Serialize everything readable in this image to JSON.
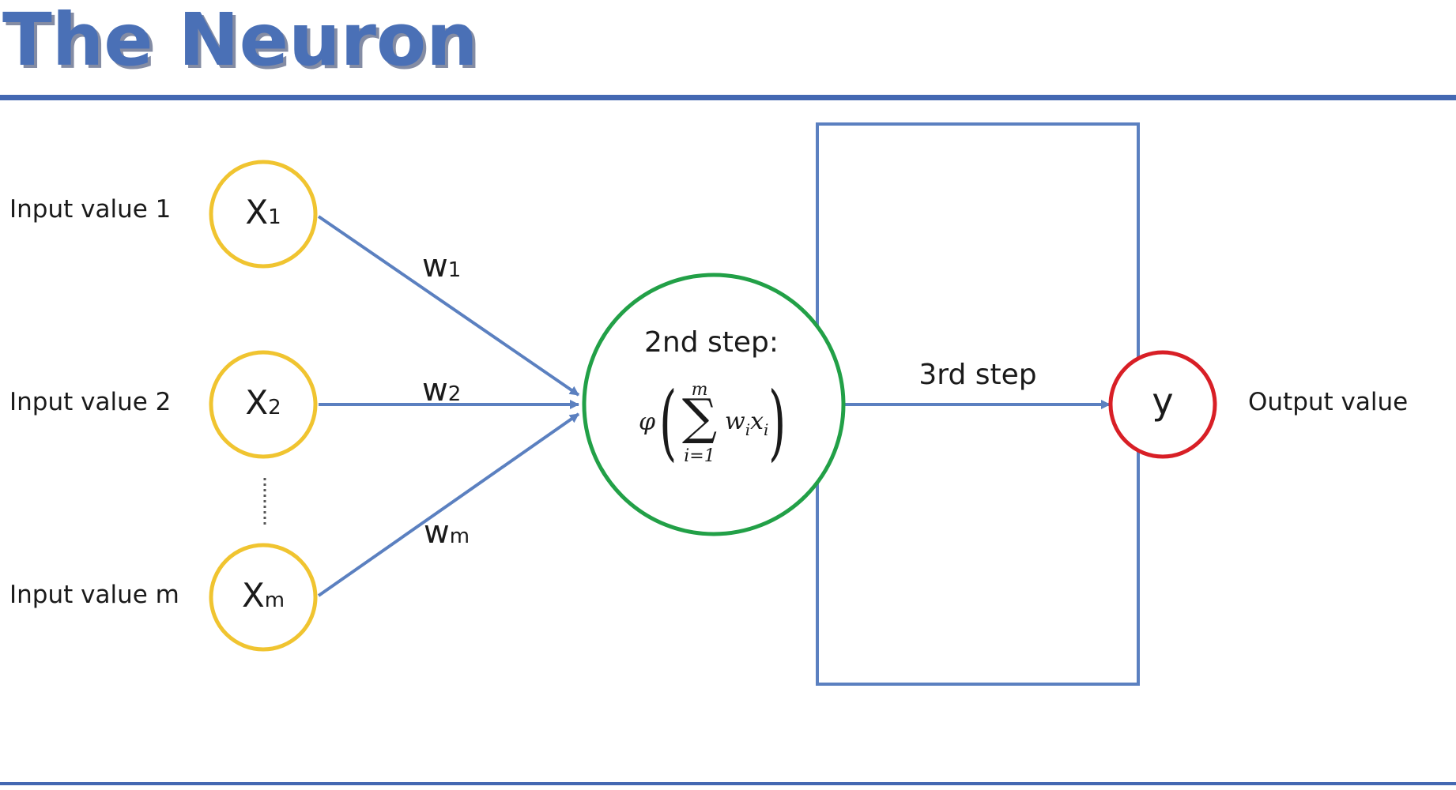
{
  "title": "The Neuron",
  "colors": {
    "title": "#4a70b6",
    "title_shadow": "#20305a",
    "rule": "#4468b2",
    "arrow": "#5b80c0",
    "input_node": "#f0c430",
    "sum_node": "#22a047",
    "output_node": "#d81f26",
    "box": "#5b80c0",
    "ellipsis": "#555555"
  },
  "inputs": [
    {
      "label": "Input value 1",
      "var": "X",
      "sub": "1",
      "weight_base": "w",
      "weight_sub": "1"
    },
    {
      "label": "Input value 2",
      "var": "X",
      "sub": "2",
      "weight_base": "w",
      "weight_sub": "2"
    },
    {
      "label": "Input value m",
      "var": "X",
      "sub": "m",
      "weight_base": "w",
      "weight_sub": "m"
    }
  ],
  "neuron": {
    "step_label": "2nd step:",
    "phi": "φ",
    "sigma": "∑",
    "upper_limit": "m",
    "lower_limit": "i=1",
    "term_w": "w",
    "term_i1": "i",
    "term_x": "x",
    "term_i2": "i",
    "paren_left": "(",
    "paren_right": ")"
  },
  "third_step": {
    "label": "3rd step"
  },
  "output": {
    "var": "y",
    "label": "Output value"
  }
}
